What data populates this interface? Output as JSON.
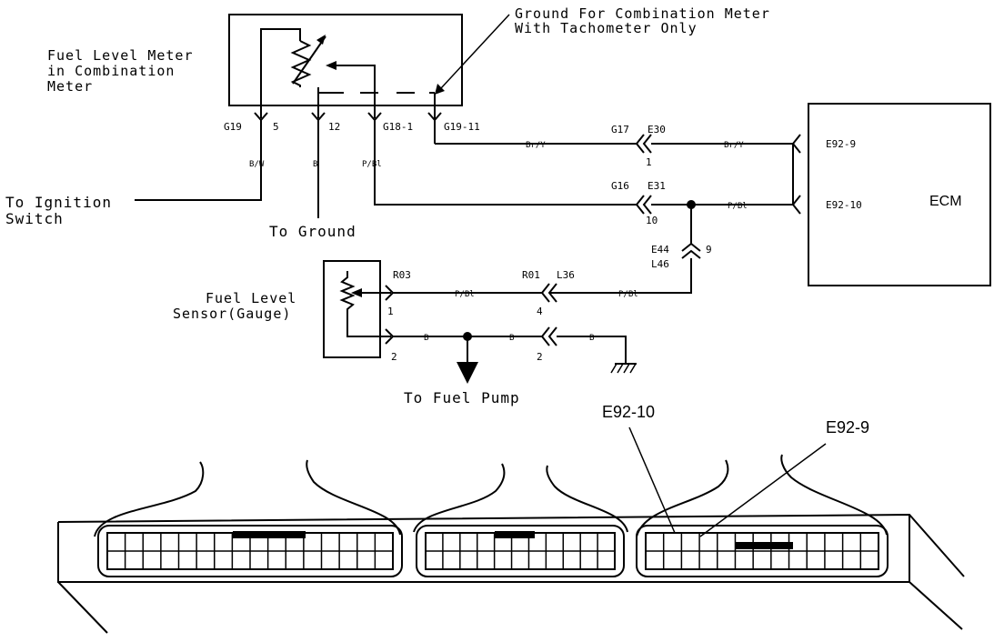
{
  "labels": {
    "ground_callout_1": "Ground For Combination Meter",
    "ground_callout_2": "With Tachometer Only",
    "fuel_meter_1": "Fuel Level Meter",
    "fuel_meter_2": "in Combination",
    "fuel_meter_3": "Meter",
    "to_ignition_1": "To Ignition",
    "to_ignition_2": "Switch",
    "to_ground": "To Ground",
    "fuel_sensor_1": "Fuel Level",
    "fuel_sensor_2": "Sensor(Gauge)",
    "to_fuel_pump": "To Fuel Pump",
    "ecm": "ECM",
    "callout_e92_10": "E92-10",
    "callout_e92_9": "E92-9"
  },
  "connectors": {
    "g19": "G19",
    "pin5": "5",
    "pin12": "12",
    "g18_1": "G18-1",
    "g19_11": "G19-11",
    "g17": "G17",
    "e30": "E30",
    "pin1_top": "1",
    "g16": "G16",
    "e31": "E31",
    "pin10": "10",
    "e44": "E44",
    "l46": "L46",
    "pin9": "9",
    "e92_9": "E92-9",
    "e92_10": "E92-10",
    "r03": "R03",
    "r01": "R01",
    "l36": "L36",
    "r03_pin1": "1",
    "r03_pin2": "2",
    "r01_pin4": "4",
    "r01_pin2": "2"
  },
  "wires": {
    "bw": "B/W",
    "b_top": "B",
    "pbl_meter": "P/Bl",
    "bry_left": "Br/Y",
    "bry_right": "Br/Y",
    "pbl_ecm": "P/Bl",
    "pbl_sensor_left": "P/Bl",
    "pbl_sensor_right": "P/Bl",
    "b_1": "B",
    "b_2": "B",
    "b_3": "B"
  }
}
